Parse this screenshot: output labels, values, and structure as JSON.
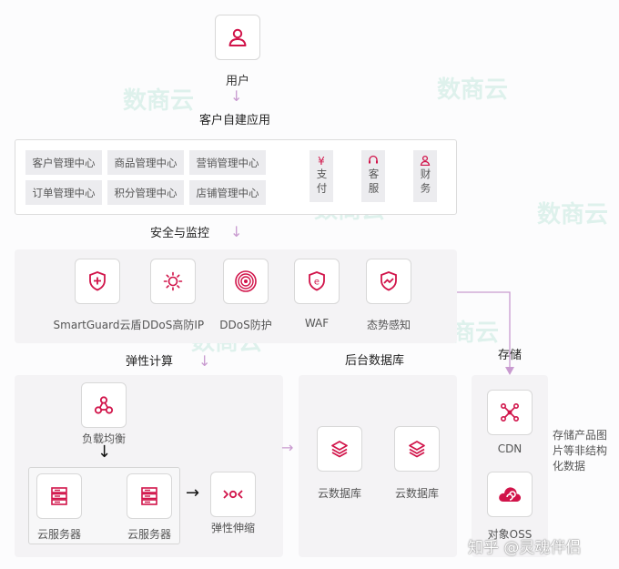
{
  "user": {
    "label": "用户"
  },
  "customer_app": {
    "title": "客户自建应用",
    "modules": [
      "客户管理中心",
      "商品管理中心",
      "营销管理中心",
      "订单管理中心",
      "积分管理中心",
      "店铺管理中心"
    ],
    "side_items": [
      {
        "icon": "yen-icon",
        "label": "支付"
      },
      {
        "icon": "headset-icon",
        "label": "客服"
      },
      {
        "icon": "person-icon",
        "label": "财务"
      }
    ]
  },
  "security": {
    "title": "安全与监控",
    "items": [
      {
        "icon": "shield-plus-icon",
        "label": "SmartGuard云盾"
      },
      {
        "icon": "sun-icon",
        "label": "DDoS高防IP"
      },
      {
        "icon": "target-icon",
        "label": "DDoS防护"
      },
      {
        "icon": "waf-shield-icon",
        "label": "WAF"
      },
      {
        "icon": "trend-shield-icon",
        "label": "态势感知"
      }
    ]
  },
  "compute": {
    "title": "弹性计算",
    "load_balancer": "负载均衡",
    "servers": [
      "云服务器",
      "云服务器"
    ],
    "scaling": "弹性伸缩"
  },
  "database": {
    "title": "后台数据库",
    "items": [
      "云数据库",
      "云数据库"
    ]
  },
  "storage": {
    "title": "存储",
    "cdn": "CDN",
    "oss": "对象OSS",
    "note": "存储产品图片等非结构化数据"
  },
  "watermark_text": "数商云",
  "credit": "知乎 @灵魂伴侣",
  "colors": {
    "accent": "#d1144a",
    "arrow": "#c99bd0",
    "panel": "#f4f3f5"
  }
}
